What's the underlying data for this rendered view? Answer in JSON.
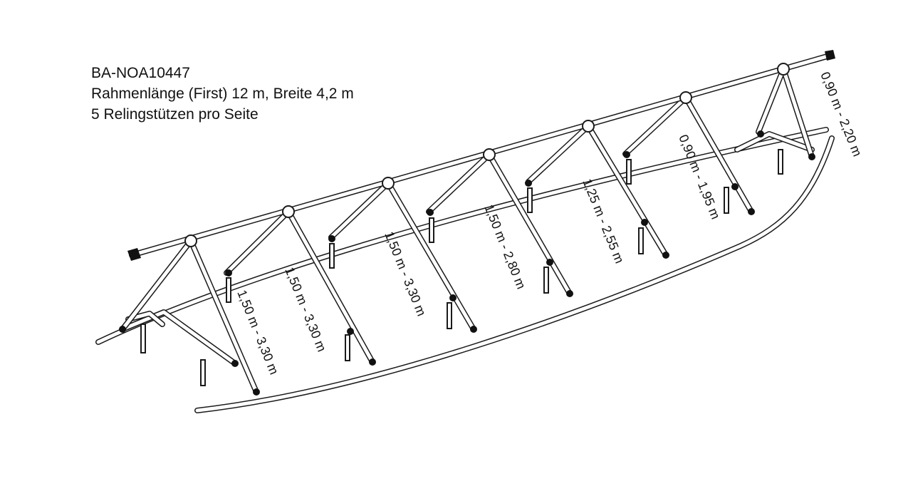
{
  "header": {
    "article_number": "BA-NOA10447",
    "frame_spec": "Rahmenlänge (First) 12 m, Breite 4,2 m",
    "supports_spec": "5 Relingstützen pro Seite"
  },
  "dimension_labels": [
    "1,50 m - 3,30 m",
    "1,50 m - 3,30 m",
    "1,50 m - 3,30 m",
    "1,50 m - 2,80 m",
    "1,25 m - 2,55 m",
    "0,90 m - 1,95 m",
    "0,90 m - 2,20 m"
  ],
  "colors": {
    "line": "#1a1a1a",
    "fill": "#ffffff",
    "cap": "#111111"
  }
}
